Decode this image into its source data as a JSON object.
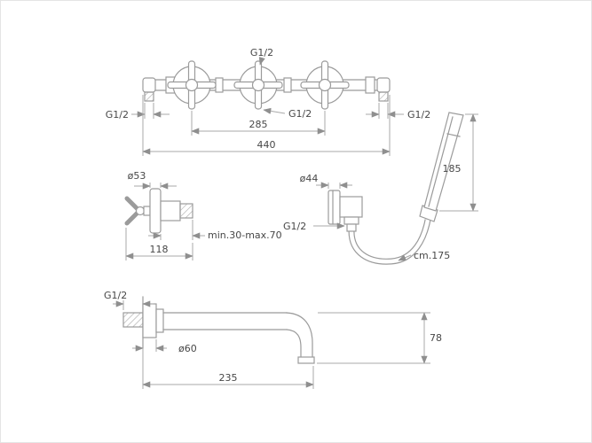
{
  "colors": {
    "background": "#ffffff",
    "line": "#9b9b9b",
    "text": "#474747"
  },
  "front_view": {
    "thread_top": "G1/2",
    "thread_left": "G1/2",
    "thread_center": "G1/2",
    "thread_right": "G1/2",
    "center_distance": "285",
    "overall_width": "440"
  },
  "valve_view": {
    "flange_diameter": "ø53",
    "mounting_depth": "min.30-max.70",
    "total_depth": "118"
  },
  "shower_view": {
    "holder_diameter": "ø44",
    "handshower_length": "185",
    "thread": "G1/2",
    "hose_length": "cm.175"
  },
  "spout_view": {
    "thread": "G1/2",
    "flange_diameter": "ø60",
    "drop_height": "78",
    "reach": "235"
  }
}
